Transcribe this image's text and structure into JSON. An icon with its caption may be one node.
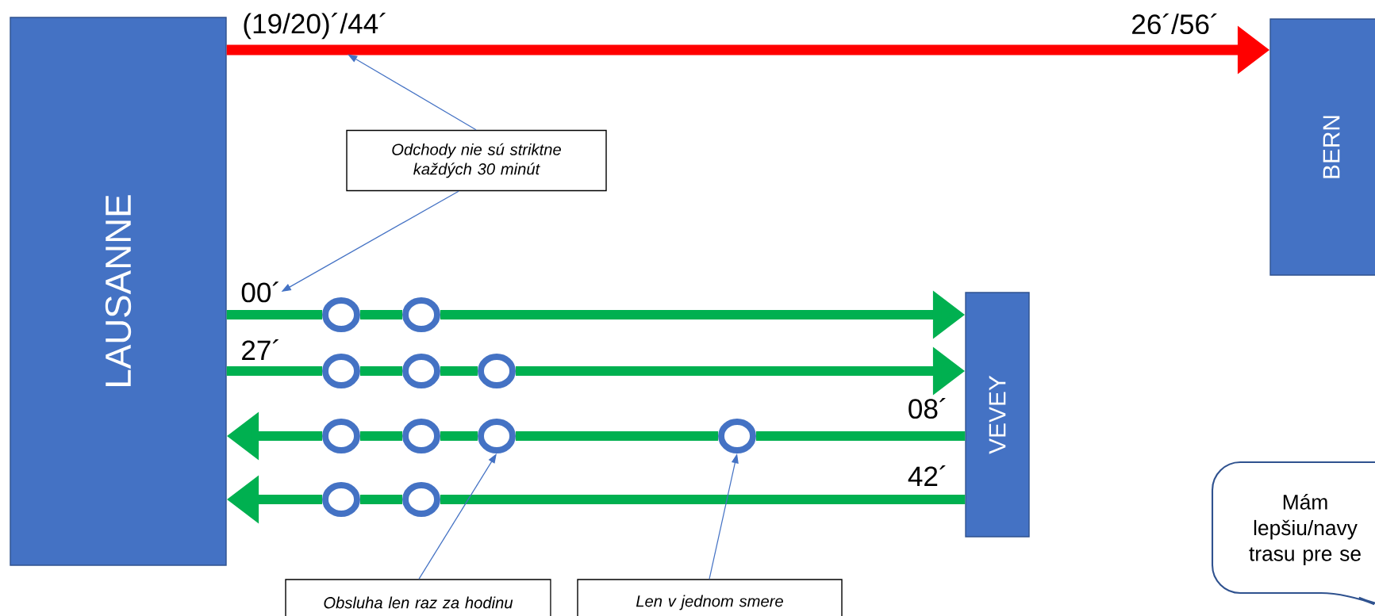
{
  "diagram": {
    "nodes": [
      {
        "text": [
          "LAUSANNE"
        ]
      },
      {
        "text": [
          "BERN"
        ]
      },
      {
        "text": [
          "VEVEY"
        ]
      },
      {
        "text": [
          "Odchody nie sú striktne každých 30 minút"
        ]
      },
      {
        "text": [
          "Obsluha len raz za hodinu"
        ]
      },
      {
        "text": [
          "Len v jednom smere"
        ]
      },
      {
        "text": [
          "Mám lepšiu/navy trasu pre se"
        ]
      },
      {
        "text": [],
        "shape": "circle"
      },
      {
        "text": [],
        "shape": "circle"
      },
      {
        "text": [],
        "shape": "circle"
      },
      {
        "text": [],
        "shape": "circle"
      },
      {
        "text": [],
        "shape": "circle"
      },
      {
        "text": [],
        "shape": "circle"
      },
      {
        "text": [],
        "shape": "circle"
      },
      {
        "text": [],
        "shape": "circle"
      },
      {
        "text": [],
        "shape": "circle"
      },
      {
        "text": [],
        "shape": "circle"
      },
      {
        "text": [],
        "shape": "circle"
      },
      {
        "text": [
          "(19/20)´/44´"
        ]
      },
      {
        "text": [
          "00´"
        ]
      }
    ],
    "edges": [
      {
        "from": 0,
        "to": 1,
        "arrow": "to",
        "color": "#ff0000"
      },
      {
        "from": 0,
        "to": 7,
        "arrow": "none"
      },
      {
        "from": 7,
        "to": 8,
        "arrow": "none"
      },
      {
        "from": 8,
        "to": 2,
        "arrow": "to"
      },
      {
        "from": 0,
        "to": 9,
        "arrow": "none"
      },
      {
        "from": 9,
        "to": 10,
        "arrow": "none"
      },
      {
        "from": 10,
        "to": 11,
        "arrow": "none"
      },
      {
        "from": 11,
        "to": 2,
        "arrow": "to"
      },
      {
        "from": 2,
        "to": 15,
        "arrow": "none"
      },
      {
        "from": 15,
        "to": 14,
        "arrow": "none"
      },
      {
        "from": 14,
        "to": 13,
        "arrow": "none"
      },
      {
        "from": 13,
        "to": 12,
        "arrow": "none"
      },
      {
        "from": 12,
        "to": 0,
        "arrow": "to"
      },
      {
        "from": 2,
        "to": 17,
        "arrow": "none"
      },
      {
        "from": 17,
        "to": 16,
        "arrow": "none"
      },
      {
        "from": 16,
        "to": 0,
        "arrow": "to"
      },
      {
        "from": 3,
        "to": 18,
        "arrow": "to",
        "color": "#4472c4"
      },
      {
        "from": 3,
        "to": 19,
        "arrow": "to",
        "color": "#4472c4"
      },
      {
        "from": 4,
        "to": 14,
        "arrow": "to",
        "color": "#4472c4"
      },
      {
        "from": 5,
        "to": 15,
        "arrow": "to",
        "color": "#4472c4"
      }
    ],
    "labels": [
      "26´/56´",
      "27´",
      "08´",
      "42´"
    ]
  }
}
